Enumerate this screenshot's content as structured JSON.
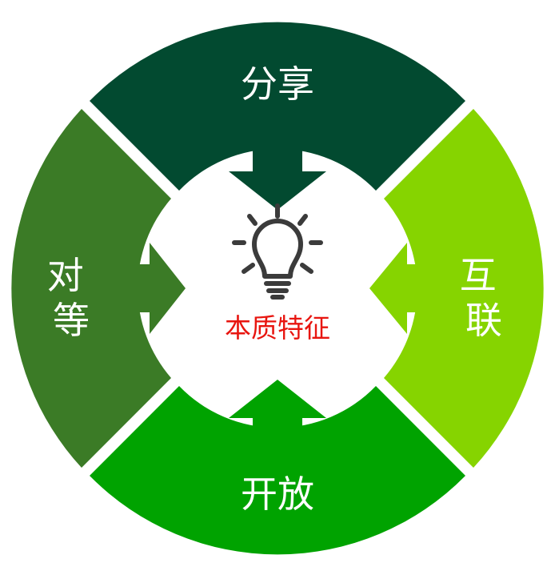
{
  "center": {
    "icon": "lightbulb-icon",
    "label": "本质特征",
    "label_color": "#e8150f"
  },
  "segments": {
    "top": {
      "label": "分享",
      "color": "#024a30"
    },
    "right": {
      "label": [
        "互",
        "联"
      ],
      "color": "#86d400"
    },
    "bottom": {
      "label": "开放",
      "color": "#00a300"
    },
    "left": {
      "label": [
        "对",
        "等"
      ],
      "color": "#3b7b26"
    }
  }
}
